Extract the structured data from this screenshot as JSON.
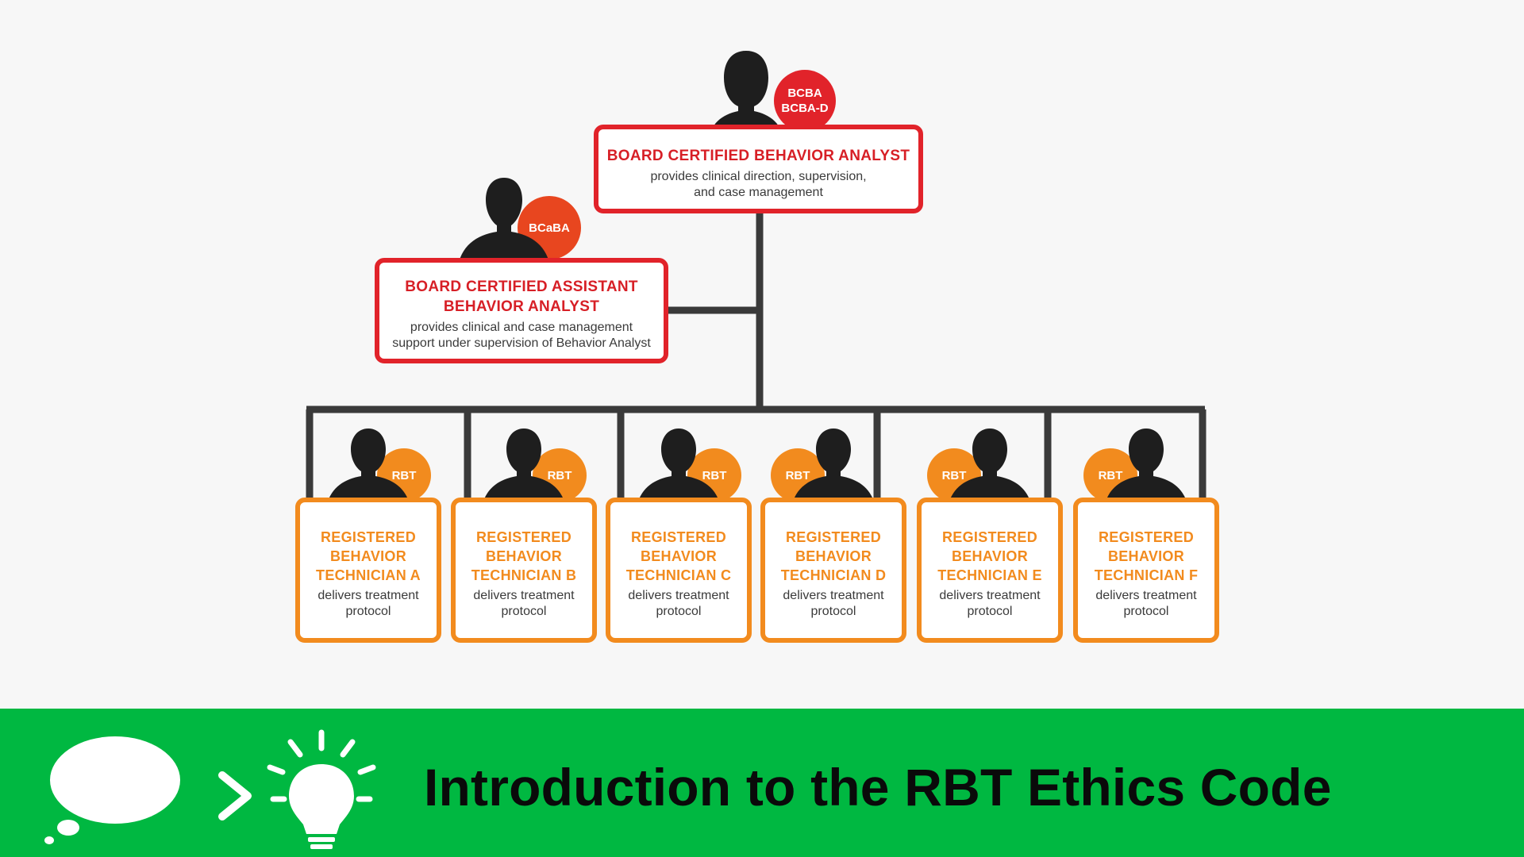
{
  "top_node": {
    "badge_line1": "BCBA",
    "badge_line2": "BCBA-D",
    "title": "BOARD CERTIFIED BEHAVIOR ANALYST",
    "desc_line1": "provides clinical direction, supervision,",
    "desc_line2": "and case management"
  },
  "assistant_node": {
    "badge": "BCaBA",
    "title_line1": "BOARD CERTIFIED ASSISTANT",
    "title_line2": "BEHAVIOR ANALYST",
    "desc_line1": "provides clinical and case management",
    "desc_line2": "support under supervision of Behavior Analyst"
  },
  "technicians": [
    {
      "badge": "RBT",
      "line1": "REGISTERED",
      "line2": "BEHAVIOR",
      "line3": "TECHNICIAN A",
      "desc_line1": "delivers treatment",
      "desc_line2": "protocol"
    },
    {
      "badge": "RBT",
      "line1": "REGISTERED",
      "line2": "BEHAVIOR",
      "line3": "TECHNICIAN B",
      "desc_line1": "delivers treatment",
      "desc_line2": "protocol"
    },
    {
      "badge": "RBT",
      "line1": "REGISTERED",
      "line2": "BEHAVIOR",
      "line3": "TECHNICIAN C",
      "desc_line1": "delivers treatment",
      "desc_line2": "protocol"
    },
    {
      "badge": "RBT",
      "line1": "REGISTERED",
      "line2": "BEHAVIOR",
      "line3": "TECHNICIAN D",
      "desc_line1": "delivers treatment",
      "desc_line2": "protocol"
    },
    {
      "badge": "RBT",
      "line1": "REGISTERED",
      "line2": "BEHAVIOR",
      "line3": "TECHNICIAN E",
      "desc_line1": "delivers treatment",
      "desc_line2": "protocol"
    },
    {
      "badge": "RBT",
      "line1": "REGISTERED",
      "line2": "BEHAVIOR",
      "line3": "TECHNICIAN F",
      "desc_line1": "delivers treatment",
      "desc_line2": "protocol"
    }
  ],
  "footer": {
    "title": "Introduction to the RBT Ethics Code",
    "icons": [
      "thought-bubble-icon",
      "chevron-right-icon",
      "lightbulb-icon"
    ]
  },
  "colors": {
    "red": "#e1232a",
    "orange": "#f28b1e",
    "footer_green": "#00b841",
    "silhouette": "#1e1e1e",
    "connector": "#3a3a3a"
  }
}
